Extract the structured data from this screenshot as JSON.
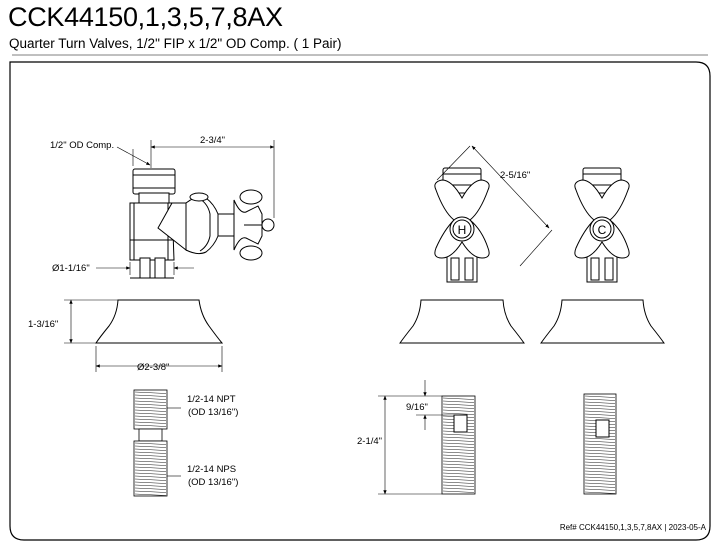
{
  "header": {
    "title": "CCK44150,1,3,5,7,8AX",
    "subtitle": "Quarter Turn Valves, 1/2\" FIP x 1/2\" OD Comp. ( 1 Pair)"
  },
  "dimensions": {
    "outlet": "1/2\" OD Comp.",
    "length": "2-3/4\"",
    "body_dia": "Ø1-1/16\"",
    "flange_height": "1-3/16\"",
    "flange_dia": "Ø2-3/8\"",
    "handle_span": "2-5/16\"",
    "nipple_top": "9/16\"",
    "nipple_len": "2-1/4\""
  },
  "threads": {
    "npt_line1": "1/2-14 NPT",
    "npt_line2": "(OD 13/16\")",
    "nps_line1": "1/2-14 NPS",
    "nps_line2": "(OD 13/16\")"
  },
  "handles": {
    "hot": "H",
    "cold": "C"
  },
  "footer": {
    "ref": "Ref# CCK44150,1,3,5,7,8AX | 2023-05-A"
  }
}
